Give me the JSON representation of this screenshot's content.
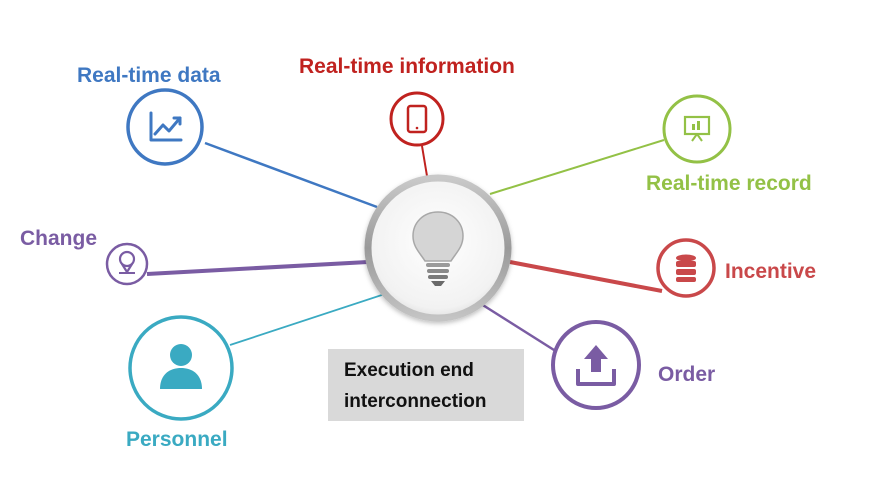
{
  "center": {
    "icon": "lightbulb-icon"
  },
  "caption": {
    "line1": "Execution end",
    "line2": "interconnection"
  },
  "nodes": {
    "realtime_data": {
      "label": "Real-time data",
      "color": "#3f78c2",
      "icon": "chart-trend-icon"
    },
    "realtime_information": {
      "label": "Real-time information",
      "color": "#c0221f",
      "icon": "tablet-icon"
    },
    "realtime_record": {
      "label": "Real-time record",
      "color": "#93c146",
      "icon": "presentation-board-icon"
    },
    "change": {
      "label": "Change",
      "color": "#7a5ca3",
      "icon": "location-pin-icon"
    },
    "incentive": {
      "label": "Incentive",
      "color": "#c9484a",
      "icon": "database-icon"
    },
    "personnel": {
      "label": "Personnel",
      "color": "#3aaac2",
      "icon": "person-icon"
    },
    "order": {
      "label": "Order",
      "color": "#7a5ca3",
      "icon": "upload-icon"
    }
  }
}
